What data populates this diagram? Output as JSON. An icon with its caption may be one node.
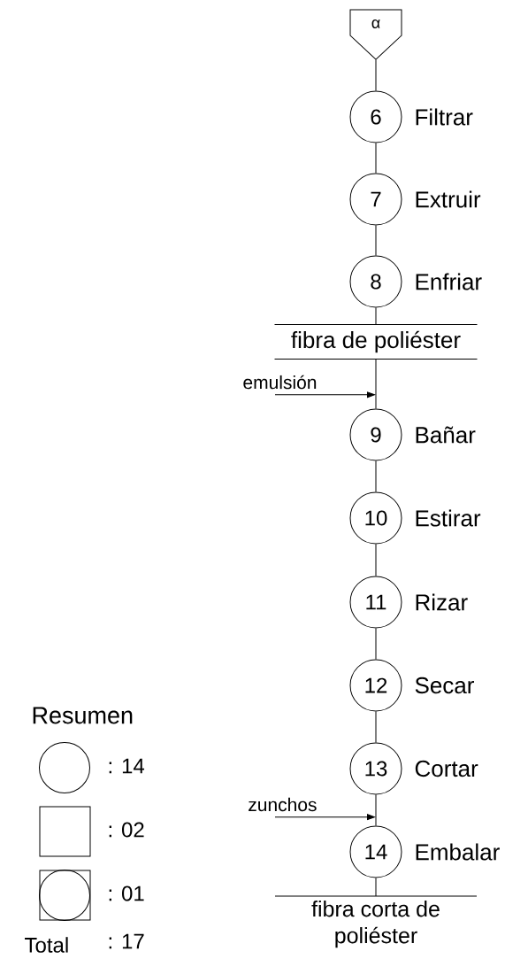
{
  "diagram": {
    "nodes": [
      {
        "text": [
          "α"
        ]
      },
      {
        "text": [
          "6"
        ],
        "beside": [
          "Filtrar"
        ]
      },
      {
        "text": [
          "7"
        ],
        "beside": [
          "Extruir"
        ]
      },
      {
        "text": [
          "8"
        ],
        "beside": [
          "Enfriar"
        ]
      },
      {
        "text": [
          "fibra de poliéster"
        ]
      },
      {
        "text": [
          "9"
        ],
        "beside": [
          "Bañar"
        ]
      },
      {
        "text": [
          "10"
        ],
        "beside": [
          "Estirar"
        ]
      },
      {
        "text": [
          "11"
        ],
        "beside": [
          "Rizar"
        ]
      },
      {
        "text": [
          "12"
        ],
        "beside": [
          "Secar"
        ]
      },
      {
        "text": [
          "13"
        ],
        "beside": [
          "Cortar"
        ]
      },
      {
        "text": [
          "14"
        ],
        "beside": [
          "Embalar"
        ]
      },
      {
        "text": [
          "fibra corta de poliéster"
        ]
      }
    ],
    "edges": [
      {
        "from": 0,
        "to": 1,
        "arrow": "none"
      },
      {
        "from": 1,
        "to": 2,
        "arrow": "none"
      },
      {
        "from": 2,
        "to": 3,
        "arrow": "none"
      },
      {
        "from": 3,
        "to": 4,
        "arrow": "none"
      },
      {
        "from": 4,
        "to": 5,
        "arrow": "none"
      },
      {
        "from": 5,
        "to": 6,
        "arrow": "none"
      },
      {
        "from": 6,
        "to": 7,
        "arrow": "none"
      },
      {
        "from": 7,
        "to": 8,
        "arrow": "none"
      },
      {
        "from": 8,
        "to": 9,
        "arrow": "none"
      },
      {
        "from": 9,
        "to": 10,
        "arrow": "none"
      },
      {
        "from": 10,
        "to": 11,
        "arrow": "none"
      },
      {
        "from": null,
        "to": 5,
        "arrow": "to",
        "label": "emulsión"
      },
      {
        "from": null,
        "to": 10,
        "arrow": "to",
        "label": "zunchos"
      }
    ],
    "labels": [
      "Resumen",
      "Total",
      ": 17"
    ],
    "legend": [
      {
        "text": ": 14"
      },
      {
        "text": ": 02"
      },
      {
        "text": ": 01"
      }
    ]
  }
}
